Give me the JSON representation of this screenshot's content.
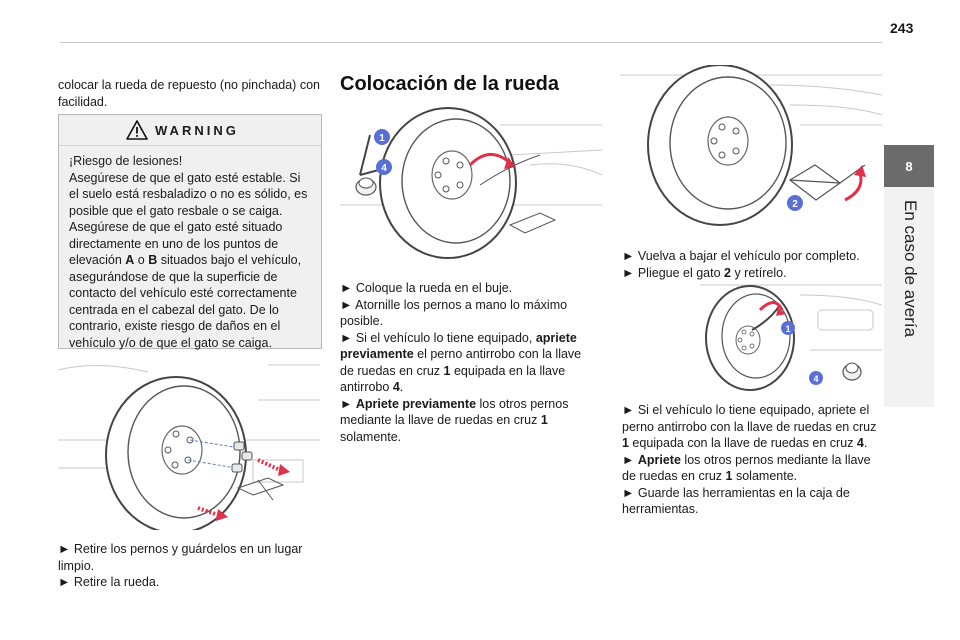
{
  "page_number": "243",
  "chapter": {
    "number": "8",
    "title": "En caso de avería"
  },
  "col1": {
    "intro": "colocar la rueda de repuesto (no pinchada) con facilidad.",
    "warning": {
      "title": "WARNING",
      "lines": [
        "¡Riesgo de lesiones!",
        "Asegúrese de que el gato esté estable. Si",
        "el suelo está resbaladizo o no es sólido, es",
        "posible que el gato resbale o se caiga.",
        "Asegúrese de que el gato esté situado",
        "directamente en uno de los puntos de"
      ],
      "line7_a": "elevación ",
      "line7_A": "A",
      "line7_b": " o ",
      "line7_B": "B",
      "line7_c": " situados bajo el vehículo,",
      "lines_rest": [
        "asegurándose de que la superficie de",
        "contacto del vehículo esté correctamente",
        "centrada en el cabezal del gato. De lo",
        "contrario, existe riesgo de daños en el",
        "vehículo y/o de que el gato se caiga."
      ]
    },
    "steps": [
      "► Retire los pernos y guárdelos en un lugar limpio.",
      "► Retire la rueda."
    ]
  },
  "col2": {
    "title": "Colocación de la rueda",
    "illus_labels": [
      "1",
      "4"
    ],
    "step1": "► Coloque la rueda en el buje.",
    "step2": "► Atornille los pernos a mano lo máximo posible.",
    "step3_a": "► Si el vehículo lo tiene equipado, ",
    "step3_b": "apriete previamente",
    "step3_c": " el perno antirrobo con la llave de ruedas en cruz ",
    "step3_d": "1",
    "step3_e": " equipada en la llave antirrobo ",
    "step3_f": "4",
    "step3_g": ".",
    "step4_a": "► ",
    "step4_b": "Apriete previamente",
    "step4_c": " los otros pernos mediante la llave de ruedas en cruz ",
    "step4_d": "1",
    "step4_e": " solamente."
  },
  "col3": {
    "illus1_label": "2",
    "step1": "► Vuelva a bajar el vehículo por completo.",
    "step2_a": "► Pliegue el gato ",
    "step2_b": "2",
    "step2_c": " y retírelo.",
    "illus2_labels": [
      "1",
      "4"
    ],
    "step3_a": "► Si el vehículo lo tiene equipado, apriete el perno antirrobo con la llave de ruedas en cruz ",
    "step3_b": "1",
    "step3_c": " equipada con la llave de ruedas en cruz ",
    "step3_d": "4",
    "step3_e": ".",
    "step4_a": "► ",
    "step4_b": "Apriete",
    "step4_c": " los otros pernos mediante la llave de ruedas en cruz ",
    "step4_d": "1",
    "step4_e": " solamente.",
    "step5": "► Guarde las herramientas en la caja de herramientas."
  },
  "colors": {
    "accent": "#5a6fd6",
    "arrow": "#e0304a",
    "tab": "#6b6b6b"
  }
}
